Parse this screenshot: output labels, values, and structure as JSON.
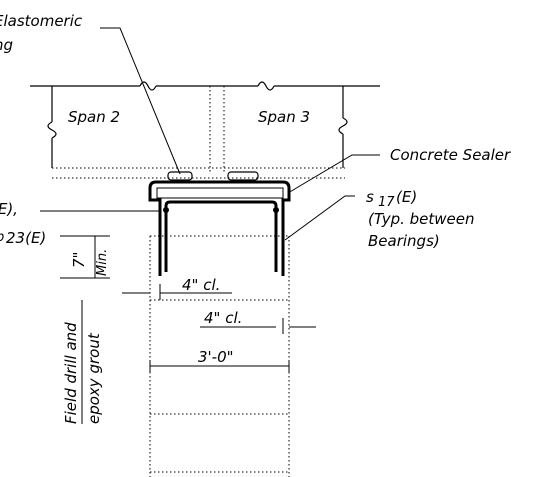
{
  "labels": {
    "bearing_line1": "Elastomeric",
    "bearing_line2": "ng",
    "span2": "Span 2",
    "span3": "Span 3",
    "concrete_sealer": "Concrete Sealer",
    "left_e1": "(E),",
    "left_e2": "23(E)",
    "left_e2_prefix": "p",
    "s17": "s",
    "s17_sub": "17",
    "s17_e": "(E)",
    "typ_line1": "(Typ. between",
    "typ_line2": "Bearings)",
    "seven_in": "7\"",
    "min": "Min.",
    "four_cl_1": "4\" cl.",
    "four_cl_2": "4\" cl.",
    "three_ft": "3'-0\"",
    "field_drill": "Field drill and",
    "epoxy_grout": "epoxy grout"
  },
  "colors": {
    "line": "#000000",
    "background": "#ffffff"
  }
}
